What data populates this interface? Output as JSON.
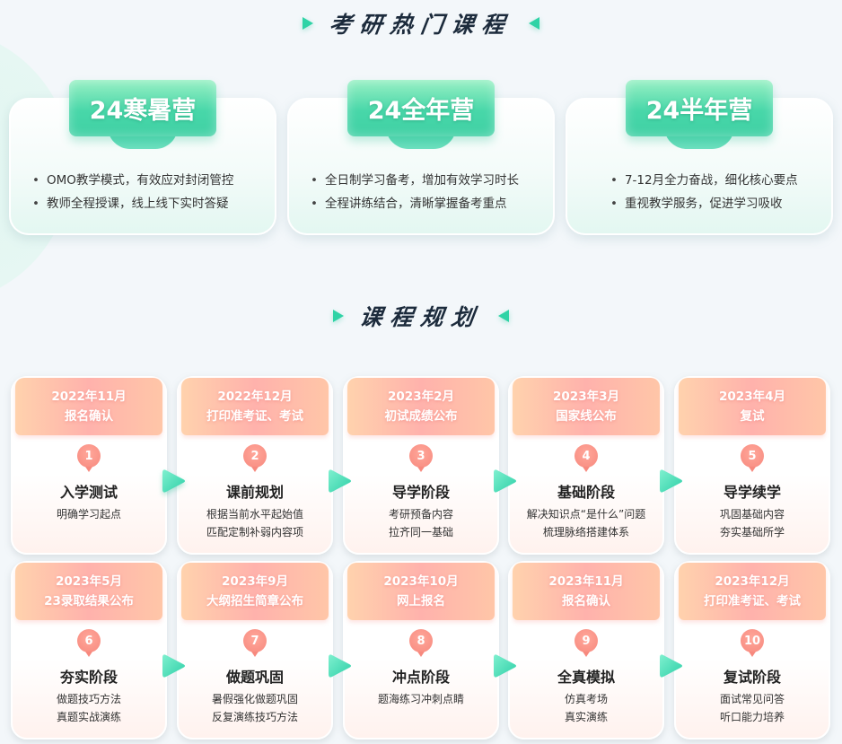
{
  "hot_courses": {
    "title": "考研热门课程",
    "camps": [
      {
        "name": "24寒暑营",
        "points": [
          "OMO教学模式，有效应对封闭管控",
          "教师全程授课，线上线下实时答疑"
        ]
      },
      {
        "name": "24全年营",
        "points": [
          "全日制学习备考，增加有效学习时长",
          "全程讲练结合，清晰掌握备考重点"
        ]
      },
      {
        "name": "24半年营",
        "points": [
          "7-12月全力奋战，细化核心要点",
          "重视教学服务，促进学习吸收"
        ]
      }
    ]
  },
  "plan": {
    "title": "课程规划",
    "steps": [
      {
        "date": "2022年11月",
        "event": "报名确认",
        "num": "1",
        "stage": "入学测试",
        "desc": [
          "明确学习起点"
        ]
      },
      {
        "date": "2022年12月",
        "event": "打印准考证、考试",
        "num": "2",
        "stage": "课前规划",
        "desc": [
          "根据当前水平起始值",
          "匹配定制补弱内容项"
        ]
      },
      {
        "date": "2023年2月",
        "event": "初试成绩公布",
        "num": "3",
        "stage": "导学阶段",
        "desc": [
          "考研预备内容",
          "拉齐同一基础"
        ]
      },
      {
        "date": "2023年3月",
        "event": "国家线公布",
        "num": "4",
        "stage": "基础阶段",
        "desc": [
          "解决知识点“是什么”问题",
          "梳理脉络搭建体系"
        ]
      },
      {
        "date": "2023年4月",
        "event": "复试",
        "num": "5",
        "stage": "导学续学",
        "desc": [
          "巩固基础内容",
          "夯实基础所学"
        ]
      },
      {
        "date": "2023年5月",
        "event": "23录取结果公布",
        "num": "6",
        "stage": "夯实阶段",
        "desc": [
          "做题技巧方法",
          "真题实战演练"
        ]
      },
      {
        "date": "2023年9月",
        "event": "大纲招生简章公布",
        "num": "7",
        "stage": "做题巩固",
        "desc": [
          "暑假强化做题巩固",
          "反复演练技巧方法"
        ]
      },
      {
        "date": "2023年10月",
        "event": "网上报名",
        "num": "8",
        "stage": "冲点阶段",
        "desc": [
          "题海练习冲刺点睛"
        ]
      },
      {
        "date": "2023年11月",
        "event": "报名确认",
        "num": "9",
        "stage": "全真模拟",
        "desc": [
          "仿真考场",
          "真实演练"
        ]
      },
      {
        "date": "2023年12月",
        "event": "打印准考证、考试",
        "num": "10",
        "stage": "复试阶段",
        "desc": [
          "面试常见问答",
          "听口能力培养"
        ]
      }
    ]
  },
  "colors": {
    "accent_green": "#2fd3a6",
    "header_peach": "#ffb2ac",
    "title_dark": "#1c2b3c",
    "page_bg": "#f3f7fa"
  }
}
